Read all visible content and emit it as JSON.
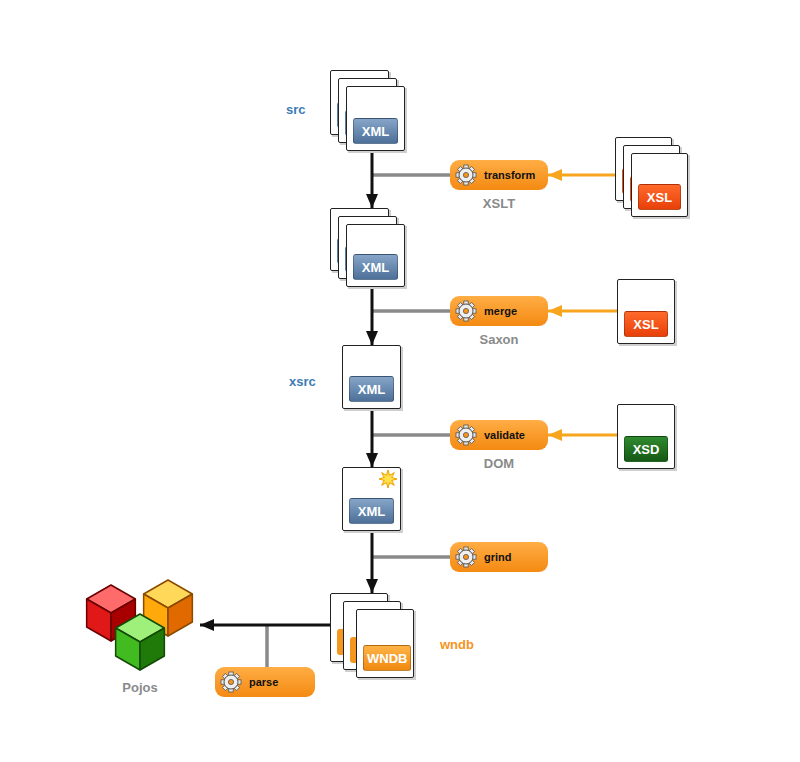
{
  "diagram": {
    "nodes": [
      {
        "text": [
          "XML"
        ]
      },
      {
        "text": [
          "transform",
          "XSLT"
        ]
      },
      {
        "text": [
          "XSL"
        ]
      },
      {
        "text": [
          "XML"
        ]
      },
      {
        "text": [
          "merge",
          "Saxon"
        ]
      },
      {
        "text": [
          "XSL"
        ]
      },
      {
        "text": [
          "XML"
        ]
      },
      {
        "text": [
          "validate",
          "DOM"
        ]
      },
      {
        "text": [
          "XSD"
        ]
      },
      {
        "text": [
          "XML"
        ]
      },
      {
        "text": [
          "grind"
        ]
      },
      {
        "text": [
          "WNDB"
        ]
      },
      {
        "text": [
          "Pojos"
        ]
      },
      {
        "text": [
          "parse"
        ]
      }
    ],
    "edges": [
      {
        "from": 0,
        "to": 3,
        "arrow": "to"
      },
      {
        "from": 2,
        "to": 1,
        "arrow": "to"
      },
      {
        "from": 3,
        "to": 6,
        "arrow": "to"
      },
      {
        "from": 5,
        "to": 4,
        "arrow": "to"
      },
      {
        "from": 6,
        "to": 9,
        "arrow": "to"
      },
      {
        "from": 8,
        "to": 7,
        "arrow": "to"
      },
      {
        "from": 9,
        "to": 11,
        "arrow": "to"
      },
      {
        "from": 11,
        "to": 12,
        "arrow": "to"
      }
    ],
    "labels": [
      "src",
      "xsrc",
      "wndb"
    ]
  }
}
